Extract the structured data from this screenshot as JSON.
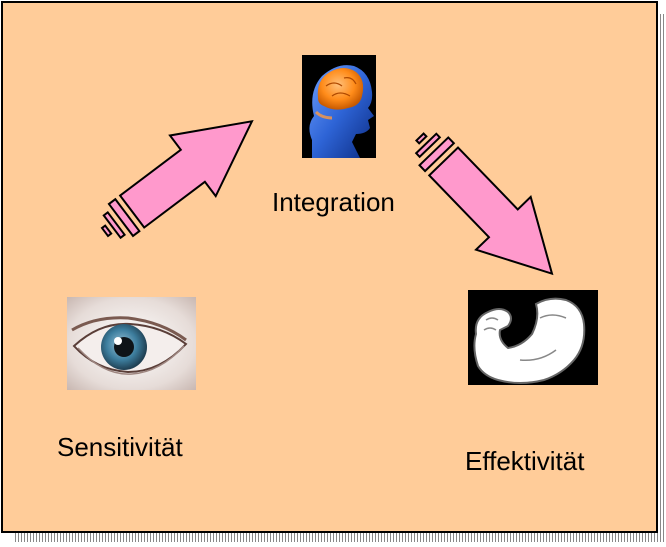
{
  "colors": {
    "panel_fill": "#FFCC99",
    "panel_border": "#000000",
    "arrow_fill": "#FF99CC",
    "arrow_stroke": "#000000",
    "brain_fill": "#FF8C1A",
    "head_fill": "#2E64D6",
    "eye_iris": "#3D7E9E",
    "arm_fill": "#FFFFFF"
  },
  "nodes": {
    "integration": {
      "label": "Integration",
      "icon": "brain-head-icon"
    },
    "sensitivity": {
      "label": "Sensitivität",
      "icon": "eye-icon"
    },
    "effectivity": {
      "label": "Effektivität",
      "icon": "flexed-arm-icon"
    }
  },
  "arrows": [
    {
      "from": "sensitivity",
      "to": "integration"
    },
    {
      "from": "integration",
      "to": "effectivity"
    }
  ]
}
